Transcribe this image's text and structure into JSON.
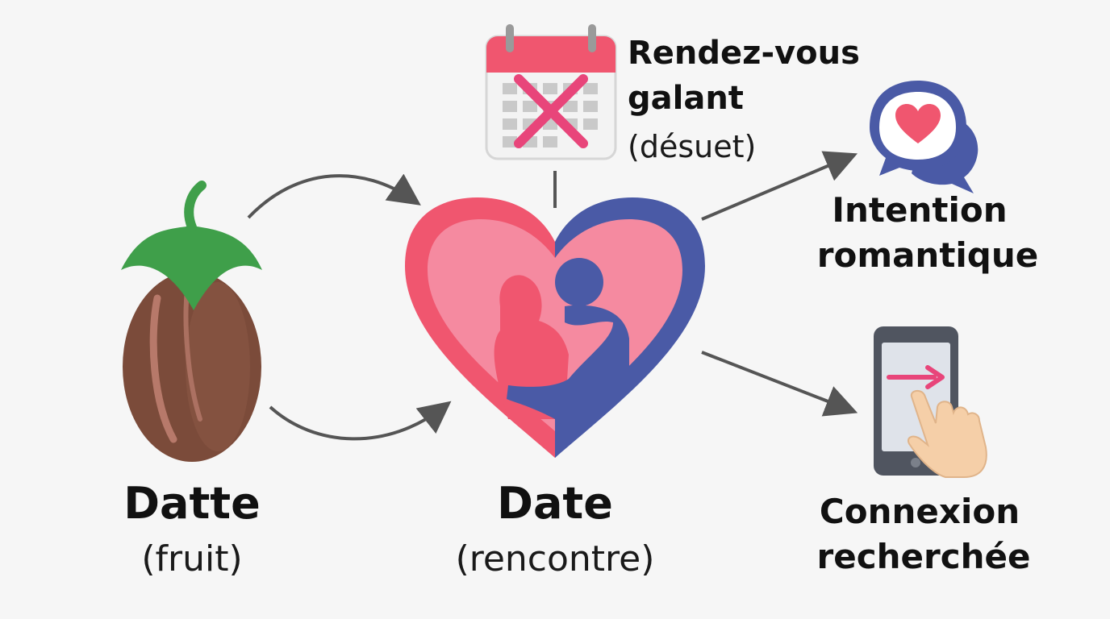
{
  "fruit": {
    "title": "Datte",
    "subtitle": "(fruit)"
  },
  "meeting": {
    "title": "Date",
    "subtitle": "(rencontre)"
  },
  "old": {
    "line1": "Rendez-vous",
    "line2": "galant",
    "line3": "(désuet)"
  },
  "romance": {
    "line1": "Intention",
    "line2": "romantique"
  },
  "connection": {
    "line1": "Connexion",
    "line2": "recherchée"
  },
  "icons": [
    "date-fruit-icon",
    "heart-couple-icon",
    "crossed-calendar-icon",
    "heart-chat-bubble-icon",
    "smartphone-swipe-icon"
  ],
  "colors": {
    "pink": "#f0566f",
    "blue": "#4a5aa6",
    "green": "#3f9f4a",
    "brown": "#7b4b3a",
    "arrow": "#555555"
  }
}
